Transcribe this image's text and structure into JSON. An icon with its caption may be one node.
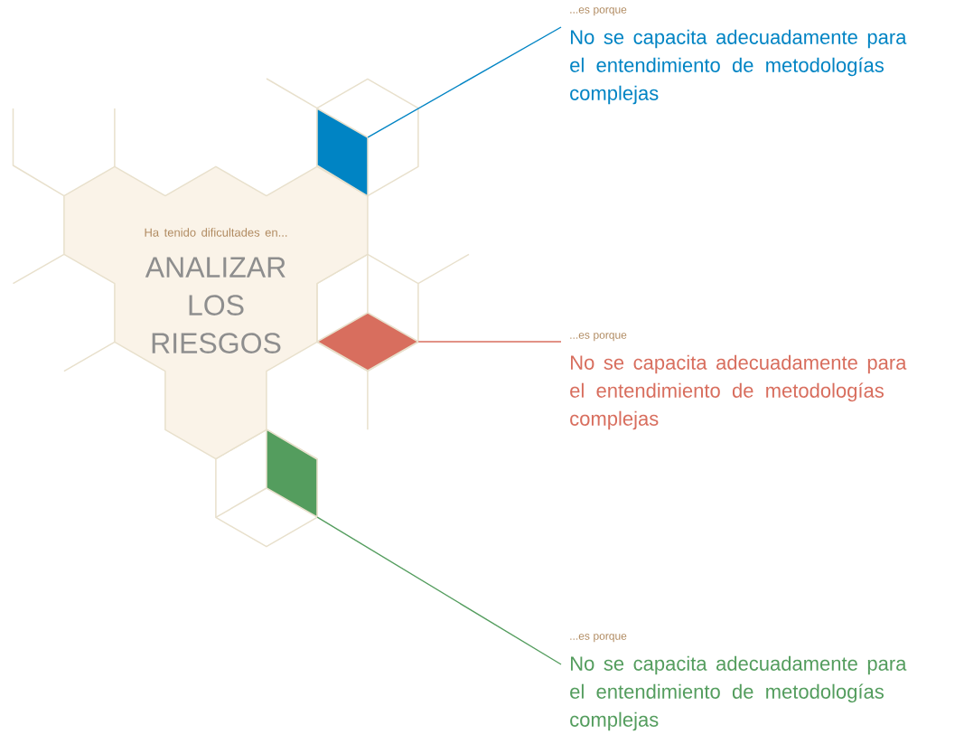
{
  "diagram": {
    "nodes": [
      {
        "text": [
          "Ha tenido dificultades en...",
          "ANALIZAR LOS RIESGOS"
        ]
      },
      {
        "text": [],
        "shape": "parallelogram"
      },
      {
        "text": [],
        "shape": "diamond"
      },
      {
        "text": [],
        "shape": "parallelogram"
      },
      {
        "text": [
          "...es porque",
          "No se capacita adecuadamente para el entendimiento de metodologías complejas"
        ]
      },
      {
        "text": [
          "...es porque",
          "No se capacita adecuadamente para el entendimiento de metodologías complejas"
        ]
      },
      {
        "text": [
          "...es porque",
          "No se capacita adecuadamente para el entendimiento de metodologías complejas"
        ]
      }
    ],
    "edges": [
      {
        "from": 4,
        "to": 1,
        "arrow": "none",
        "color": "#0084c4"
      },
      {
        "from": 5,
        "to": 2,
        "arrow": "none",
        "color": "#d86e5e"
      },
      {
        "from": 6,
        "to": 3,
        "arrow": "none",
        "color": "#549d5e"
      }
    ]
  }
}
